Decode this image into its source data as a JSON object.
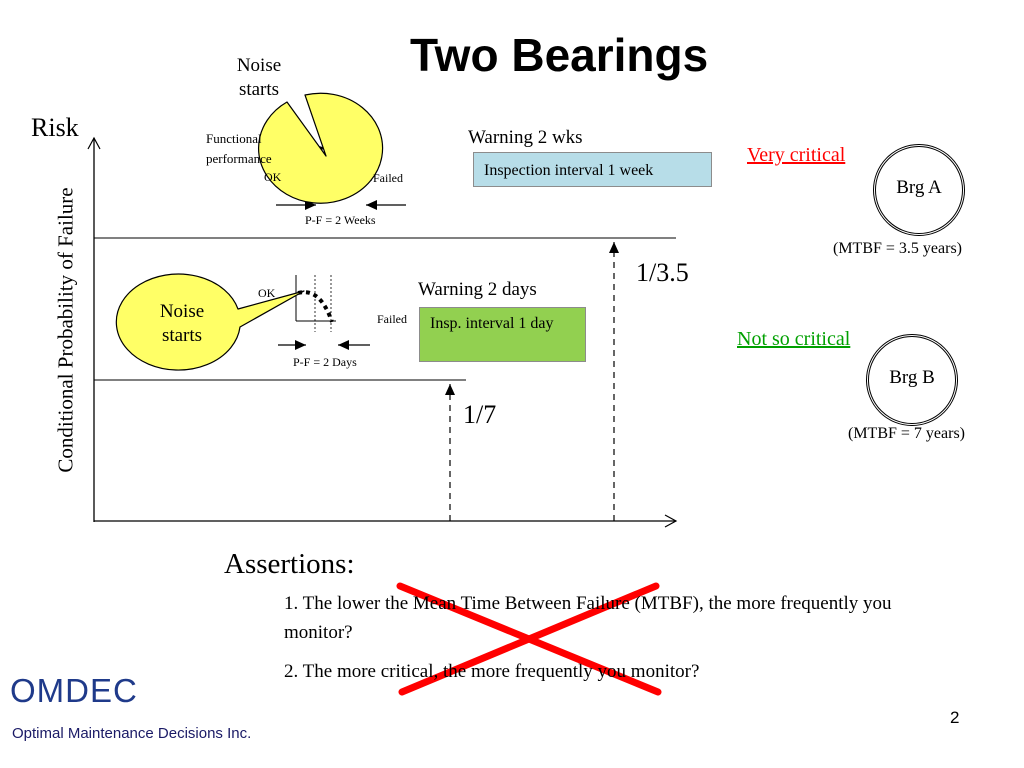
{
  "slide": {
    "title": "Two Bearings",
    "page_number": "2"
  },
  "chart": {
    "y_label_risk": "Risk",
    "y_axis_title": "Conditional Probability of Failure"
  },
  "bearing_a_pf": {
    "callout": [
      "Noise",
      "starts"
    ],
    "functional": "Functional",
    "performance": "performance",
    "ok": "OK",
    "failed": "Failed",
    "interval": "P-F = 2 Weeks",
    "warning": "Warning 2 wks",
    "inspection": "Inspection interval 1 week",
    "risk_level": "1/3.5"
  },
  "bearing_b_pf": {
    "callout": [
      "Noise",
      "starts"
    ],
    "ok": "OK",
    "failed": "Failed",
    "interval": "P-F = 2 Days",
    "warning": "Warning 2 days",
    "inspection": "Insp. interval 1 day",
    "risk_level": "1/7"
  },
  "bearings": {
    "a": {
      "criticality": "Very critical",
      "name": "Brg A",
      "mtbf": "(MTBF = 3.5 years)"
    },
    "b": {
      "criticality": "Not so critical",
      "name": "Brg B",
      "mtbf": "(MTBF = 7 years)"
    }
  },
  "assertions": {
    "heading": "Assertions:",
    "items": [
      "1. The lower the Mean Time Between Failure (MTBF), the more frequently you monitor?",
      "2. The more critical, the more frequently you monitor?"
    ]
  },
  "branding": {
    "logo": "OMDEC",
    "company": "Optimal Maintenance Decisions Inc."
  },
  "colors": {
    "callout_fill": "#ffff66",
    "inspection_week_fill": "#b7dde8",
    "inspection_day_fill": "#92d050",
    "very_critical": "#ff0000",
    "not_so_critical": "#00a000",
    "cross_out": "#ff0000",
    "logo": "#1f3a8a"
  }
}
